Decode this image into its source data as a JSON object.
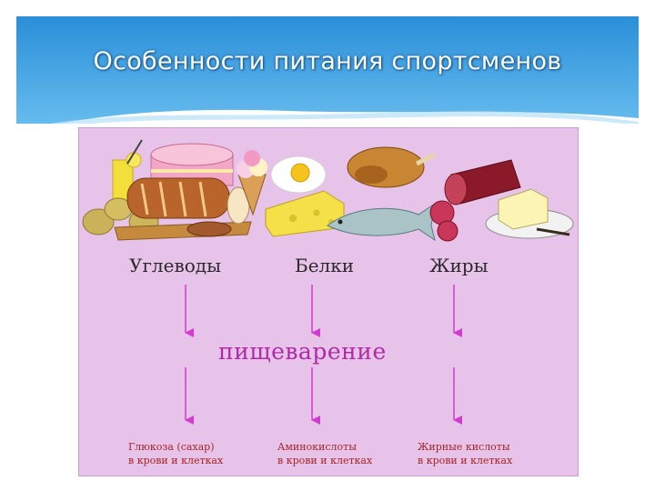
{
  "slide": {
    "title": "Особенности питания спортсменов",
    "categories": {
      "carbs": "Углеводы",
      "proteins": "Белки",
      "fats": "Жиры"
    },
    "process": "пищеварение",
    "results": {
      "carbs_line1": "Глюкоза (сахар)",
      "carbs_line2": "в крови и клетках",
      "proteins_line1": "Аминокислоты",
      "proteins_line2": "в крови и клетках",
      "fats_line1": "Жирные кислоты",
      "fats_line2": "в крови и клетках"
    },
    "colors": {
      "header_top": "#2a8fd8",
      "header_bottom": "#7ec8f2",
      "panel": "#e7c3ea",
      "arrow": "#d43ad0",
      "process_text": "#b02aa8",
      "result_text": "#a52525"
    }
  }
}
